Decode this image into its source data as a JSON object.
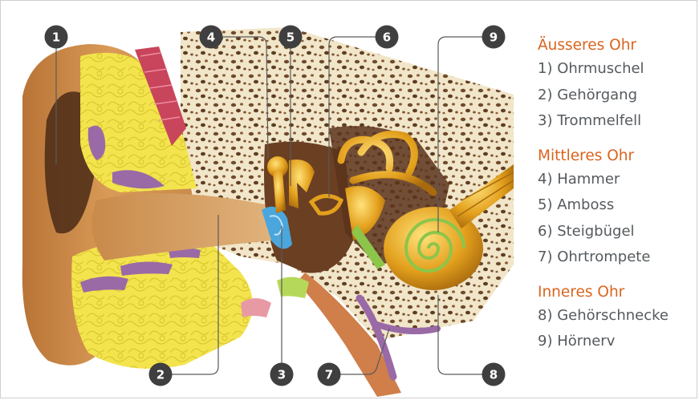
{
  "diagram": {
    "markers": [
      {
        "label": "1"
      },
      {
        "label": "2"
      },
      {
        "label": "3"
      },
      {
        "label": "4"
      },
      {
        "label": "5"
      },
      {
        "label": "6"
      },
      {
        "label": "7"
      },
      {
        "label": "8"
      },
      {
        "label": "9"
      }
    ]
  },
  "legend": {
    "sections": [
      {
        "title": "Äusseres Ohr",
        "items": [
          "1) Ohrmuschel",
          "2) Gehörgang",
          "3) Trommelfell"
        ]
      },
      {
        "title": "Mittleres Ohr",
        "items": [
          "4) Hammer",
          "5) Amboss",
          "6) Steigbügel",
          "7) Ohrtrompete"
        ]
      },
      {
        "title": "Inneres Ohr",
        "items": [
          "8) Gehörschnecke",
          "9) Hörnerv"
        ]
      }
    ]
  },
  "colors": {
    "heading": "#d9641e",
    "text": "#555a5e",
    "badge": "#3f3f3f",
    "leader": "#5a5a5a",
    "skin": "#c98a4a",
    "bone": "#efe3c6",
    "fat": "#f0e24a",
    "ossicle": "#e6a019",
    "cochlea_green": "#8dc54a",
    "eardrum": "#4aa6dc",
    "muscle": "#c8455b",
    "vessel": "#9a6aa7"
  }
}
